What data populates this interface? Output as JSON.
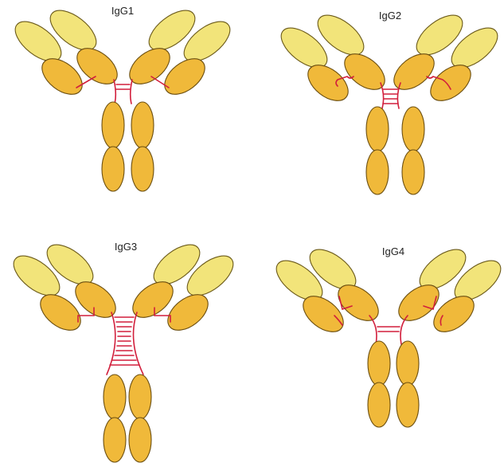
{
  "panels": [
    {
      "label": "IgG1",
      "hinge_bonds": 2
    },
    {
      "label": "IgG2",
      "hinge_bonds": 4
    },
    {
      "label": "IgG3",
      "hinge_bonds": 11
    },
    {
      "label": "IgG4",
      "hinge_bonds": 2
    }
  ],
  "colors": {
    "light_chain": "#f2e47a",
    "heavy_chain": "#f0b93a",
    "disulfide_bond": "#d21f3c"
  }
}
